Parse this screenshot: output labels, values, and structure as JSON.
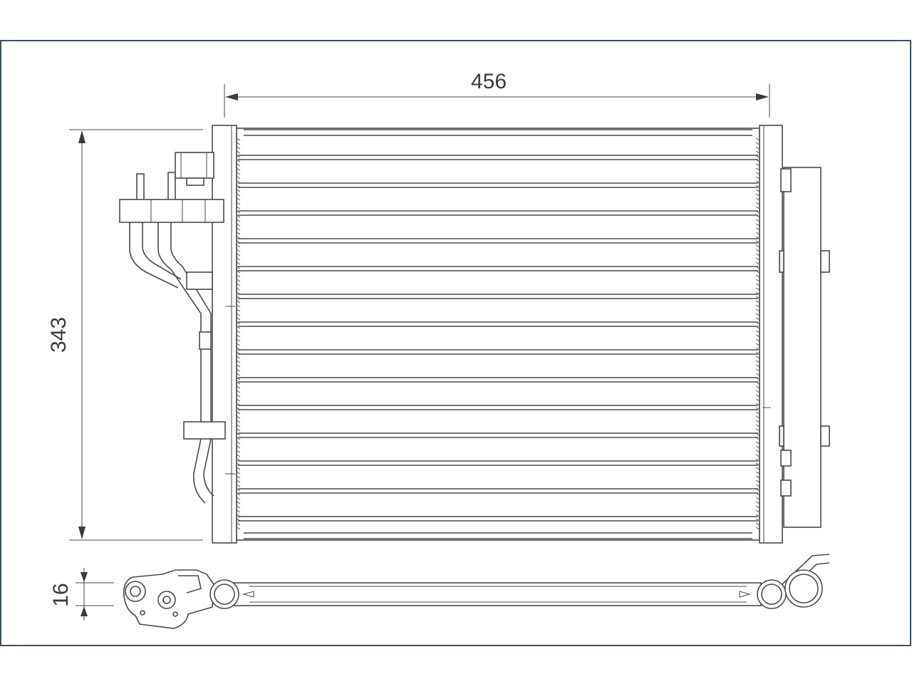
{
  "dimensions": {
    "width_label": "456",
    "height_label": "343",
    "depth_label": "16"
  },
  "colors": {
    "frame": "#3d4f63",
    "line": "#4a4a4a",
    "text": "#3a3a3a"
  }
}
